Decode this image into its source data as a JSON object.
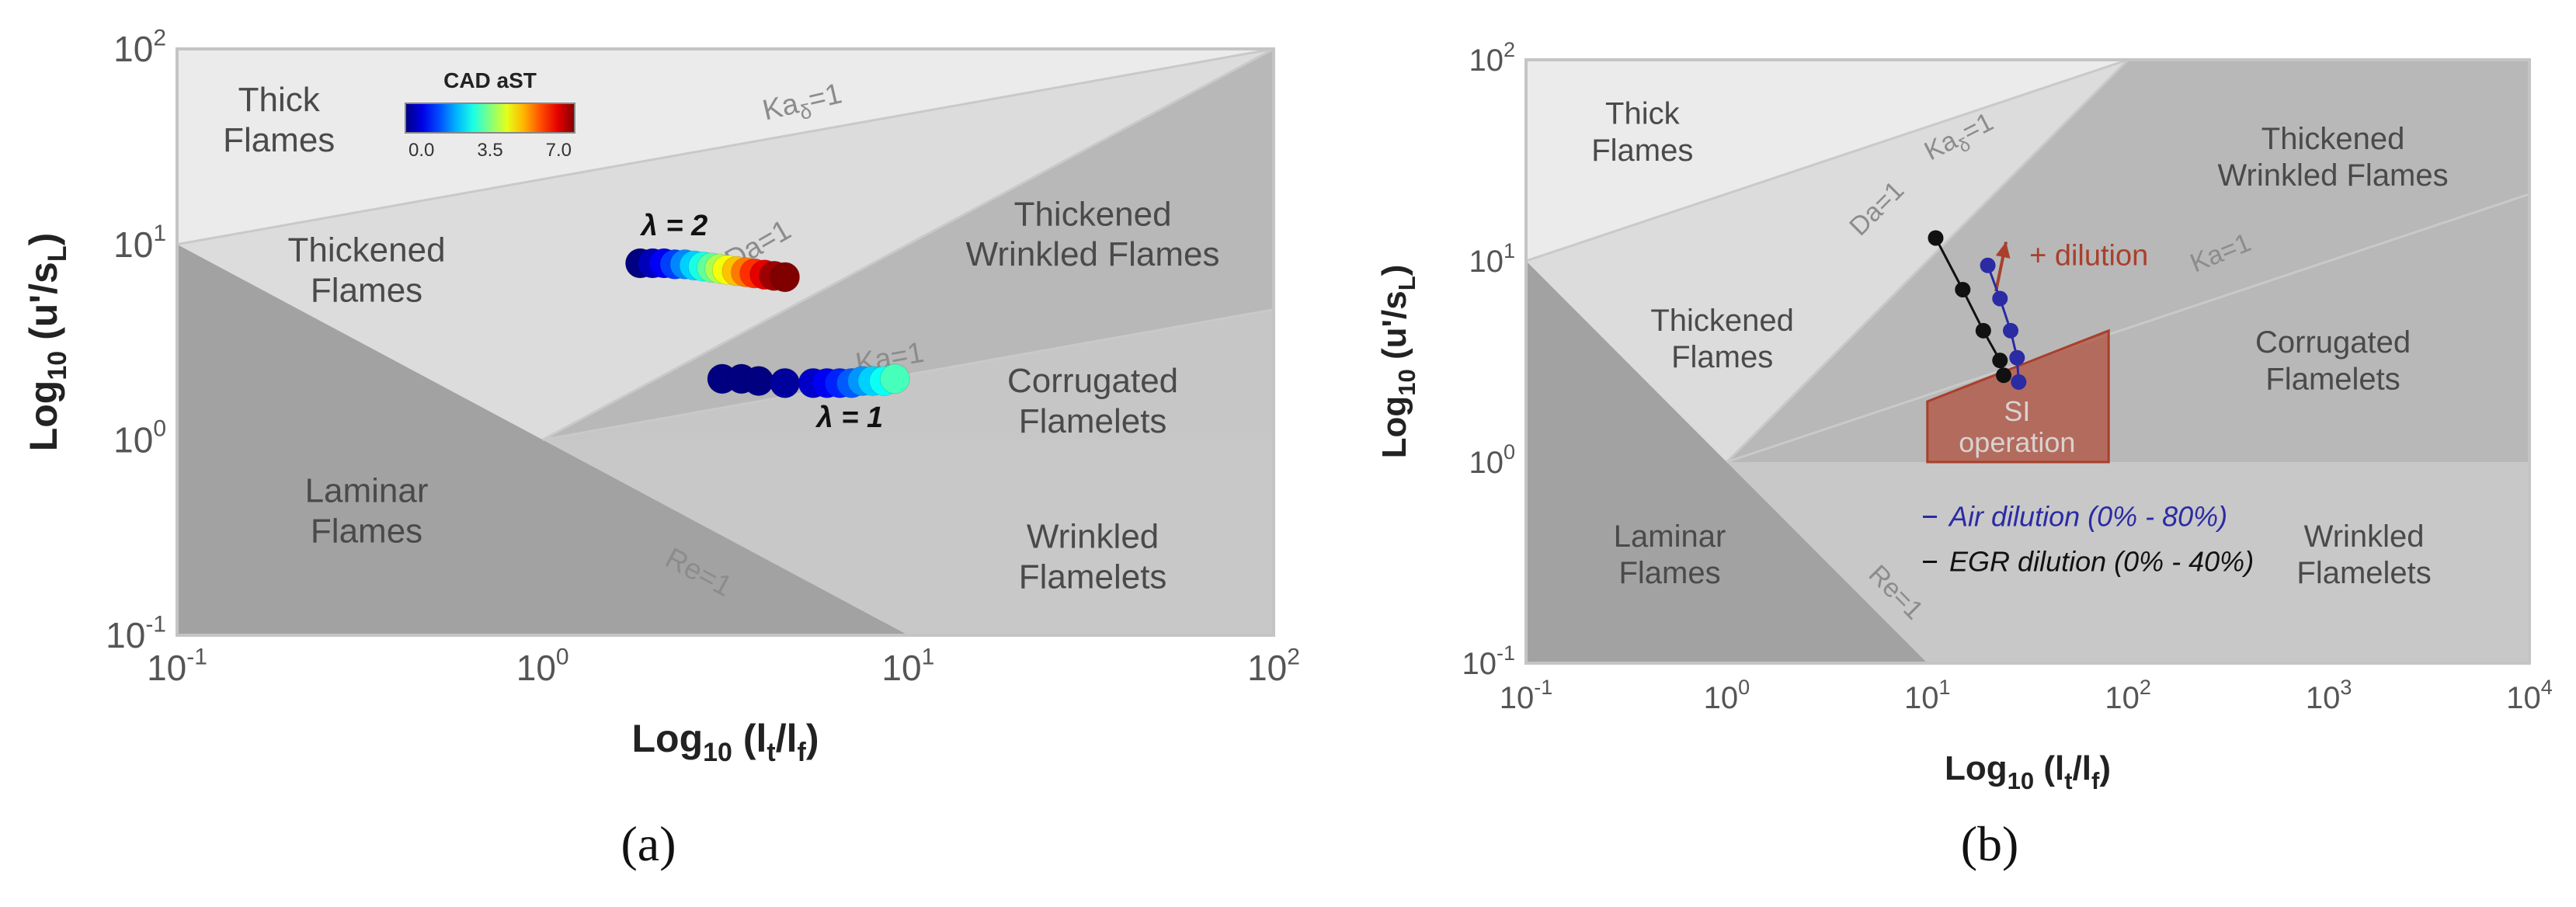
{
  "chart_data": [
    {
      "type": "scatter",
      "panel_label": "(a)",
      "xlabel": {
        "base": "Log",
        "sub": "10",
        "open": "(l",
        "sub1": "t",
        "mid": "/l",
        "sub2": "f",
        "close": ")"
      },
      "ylabel": {
        "base": "Log",
        "sub": "10",
        "open": "(u'/s",
        "sub1": "L",
        "close": ")"
      },
      "xlim": [
        0.1,
        100
      ],
      "ylim": [
        0.1,
        100
      ],
      "log_x": true,
      "log_y": true,
      "x_ticks": [
        {
          "value": 0.1,
          "base": "10",
          "exp": "-1"
        },
        {
          "value": 1,
          "base": "10",
          "exp": "0"
        },
        {
          "value": 10,
          "base": "10",
          "exp": "1"
        },
        {
          "value": 100,
          "base": "10",
          "exp": "2"
        }
      ],
      "y_ticks": [
        {
          "value": 0.1,
          "base": "10",
          "exp": "-1"
        },
        {
          "value": 1,
          "base": "10",
          "exp": "0"
        },
        {
          "value": 10,
          "base": "10",
          "exp": "1"
        },
        {
          "value": 100,
          "base": "10",
          "exp": "2"
        }
      ],
      "regime_labels": [
        {
          "lines": [
            "Thick",
            "Flames"
          ],
          "x": 0.19,
          "y": 48
        },
        {
          "lines": [
            "Thickened",
            "Flames"
          ],
          "x": 0.33,
          "y": 8.2
        },
        {
          "lines": [
            "Thickened",
            "Wrinkled Flames"
          ],
          "x": 32,
          "y": 12.5
        },
        {
          "lines": [
            "Corrugated",
            "Flamelets"
          ],
          "x": 32,
          "y": 1.75
        },
        {
          "lines": [
            "Laminar",
            "Flames"
          ],
          "x": 0.33,
          "y": 0.48
        },
        {
          "lines": [
            "Wrinkled",
            "Flamelets"
          ],
          "x": 32,
          "y": 0.28
        }
      ],
      "boundary_labels": [
        {
          "text": "Ka",
          "sub": "δ",
          "suffix": "=1",
          "x": 5.2,
          "y": 48,
          "angle": -13
        },
        {
          "text": "Da=1",
          "x": 4.0,
          "y": 9.0,
          "angle": -30
        },
        {
          "text": "Ka=1",
          "x": 9.0,
          "y": 2.35,
          "angle": -10
        },
        {
          "text": "Re=1",
          "x": 2.6,
          "y": 0.19,
          "angle": 28
        }
      ],
      "colorbar": {
        "title": "CAD aST",
        "min": 0.0,
        "max": 7.0,
        "ticks": [
          "0.0",
          "3.5",
          "7.0"
        ]
      },
      "series": [
        {
          "name": "λ = 2",
          "color_values": [
            0.0,
            0.4,
            0.8,
            1.3,
            1.8,
            2.3,
            2.8,
            3.3,
            3.8,
            4.3,
            4.8,
            5.3,
            5.8,
            6.3,
            6.8,
            7.0
          ],
          "points": [
            [
              1.85,
              8.0
            ],
            [
              2.0,
              8.0
            ],
            [
              2.15,
              8.0
            ],
            [
              2.3,
              7.9
            ],
            [
              2.45,
              7.9
            ],
            [
              2.6,
              7.8
            ],
            [
              2.75,
              7.7
            ],
            [
              2.9,
              7.6
            ],
            [
              3.05,
              7.5
            ],
            [
              3.2,
              7.4
            ],
            [
              3.4,
              7.3
            ],
            [
              3.6,
              7.2
            ],
            [
              3.8,
              7.1
            ],
            [
              4.05,
              7.0
            ],
            [
              4.3,
              6.9
            ],
            [
              4.6,
              6.8
            ]
          ]
        },
        {
          "name": "λ = 1",
          "color_values": [
            0.0,
            0.0,
            0.0,
            0.2,
            0.5,
            0.8,
            1.1,
            1.5,
            1.9,
            2.3,
            2.7,
            3.1
          ],
          "points": [
            [
              3.1,
              2.05
            ],
            [
              3.5,
              2.05
            ],
            [
              3.9,
              2.0
            ],
            [
              4.6,
              1.95
            ],
            [
              5.5,
              1.95
            ],
            [
              6.0,
              1.95
            ],
            [
              6.5,
              1.95
            ],
            [
              7.0,
              1.95
            ],
            [
              7.5,
              2.0
            ],
            [
              8.0,
              2.0
            ],
            [
              8.6,
              2.0
            ],
            [
              9.2,
              2.05
            ]
          ]
        }
      ]
    },
    {
      "type": "line",
      "panel_label": "(b)",
      "xlabel": {
        "base": "Log",
        "sub": "10",
        "open": "(l",
        "sub1": "t",
        "mid": "/l",
        "sub2": "f",
        "close": ")"
      },
      "ylabel": {
        "base": "Log",
        "sub": "10",
        "open": "(u'/s",
        "sub1": "L",
        "close": ")"
      },
      "xlim": [
        0.1,
        10000
      ],
      "ylim": [
        0.1,
        100
      ],
      "log_x": true,
      "log_y": true,
      "x_ticks": [
        {
          "value": 0.1,
          "base": "10",
          "exp": "-1"
        },
        {
          "value": 1,
          "base": "10",
          "exp": "0"
        },
        {
          "value": 10,
          "base": "10",
          "exp": "1"
        },
        {
          "value": 100,
          "base": "10",
          "exp": "2"
        },
        {
          "value": 1000,
          "base": "10",
          "exp": "3"
        },
        {
          "value": 10000,
          "base": "10",
          "exp": "4"
        }
      ],
      "y_ticks": [
        {
          "value": 0.1,
          "base": "10",
          "exp": "-1"
        },
        {
          "value": 1,
          "base": "10",
          "exp": "0"
        },
        {
          "value": 10,
          "base": "10",
          "exp": "1"
        },
        {
          "value": 100,
          "base": "10",
          "exp": "2"
        }
      ],
      "regime_labels": [
        {
          "lines": [
            "Thick",
            "Flames"
          ],
          "x": 0.38,
          "y": 48
        },
        {
          "lines": [
            "Thickened",
            "Flames"
          ],
          "x": 0.95,
          "y": 4.5
        },
        {
          "lines": [
            "Thickened",
            "Wrinkled Flames"
          ],
          "x": 1050,
          "y": 36
        },
        {
          "lines": [
            "Corrugated",
            "Flamelets"
          ],
          "x": 1050,
          "y": 3.5
        },
        {
          "lines": [
            "Laminar",
            "Flames"
          ],
          "x": 0.52,
          "y": 0.38
        },
        {
          "lines": [
            "Wrinkled",
            "Flamelets"
          ],
          "x": 1500,
          "y": 0.38
        }
      ],
      "boundary_labels": [
        {
          "text": "Ka",
          "sub": "δ",
          "suffix": "=1",
          "x": 15,
          "y": 38,
          "angle": -27
        },
        {
          "text": "Da=1",
          "x": 6.0,
          "y": 17,
          "angle": -45
        },
        {
          "text": "Ka=1",
          "x": 300,
          "y": 10,
          "angle": -22
        },
        {
          "text": "Re=1",
          "x": 6.5,
          "y": 0.21,
          "angle": 45
        }
      ],
      "region": {
        "label_lines": [
          "SI",
          "operation"
        ],
        "points": [
          [
            10,
            1.0
          ],
          [
            10,
            2.0
          ],
          [
            80,
            4.5
          ],
          [
            80,
            1.0
          ]
        ]
      },
      "arrow": {
        "label": "+ dilution",
        "from": [
          24,
          5.5
        ],
        "to": [
          30,
          12
        ]
      },
      "legend": [
        {
          "label": "Air dilution (0% - 80%)",
          "color": "#2b2ba3"
        },
        {
          "label": "EGR dilution (0% - 40%)",
          "color": "#111111"
        }
      ],
      "series": [
        {
          "name": "Air dilution (0% - 80%)",
          "color": "#2b2ba3",
          "points": [
            [
              20,
              9.5
            ],
            [
              23,
              6.5
            ],
            [
              26,
              4.5
            ],
            [
              28,
              3.3
            ],
            [
              28.5,
              2.5
            ]
          ]
        },
        {
          "name": "EGR dilution (0% - 40%)",
          "color": "#111111",
          "points": [
            [
              11,
              13
            ],
            [
              15,
              7.2
            ],
            [
              19,
              4.5
            ],
            [
              23,
              3.2
            ],
            [
              24,
              2.7
            ]
          ]
        }
      ]
    }
  ]
}
